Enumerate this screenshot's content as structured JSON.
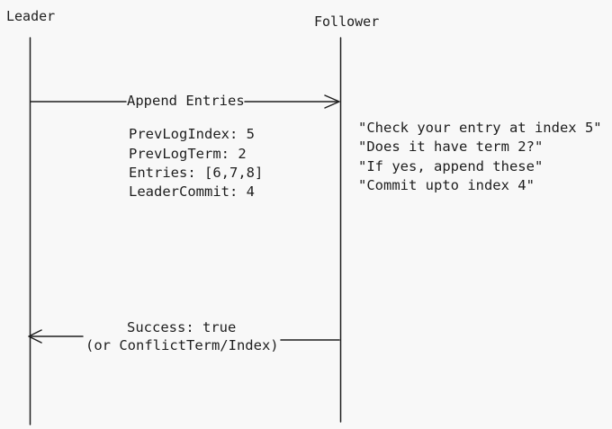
{
  "actors": {
    "leader": "Leader",
    "follower": "Follower"
  },
  "request": {
    "label": "Append Entries",
    "params": [
      "PrevLogIndex: 5",
      "PrevLogTerm: 2",
      "Entries: [6,7,8]",
      "LeaderCommit: 4"
    ]
  },
  "follower_notes": [
    "\"Check your entry at index 5\"",
    "\"Does it have term 2?\"",
    "\"If yes, append these\"",
    "\"Commit upto index 4\""
  ],
  "response": {
    "line1": "Success: true",
    "line2": "(or ConflictTerm/Index)"
  },
  "colors": {
    "background": "#f8f8f8",
    "ink": "#1e1e1e"
  }
}
